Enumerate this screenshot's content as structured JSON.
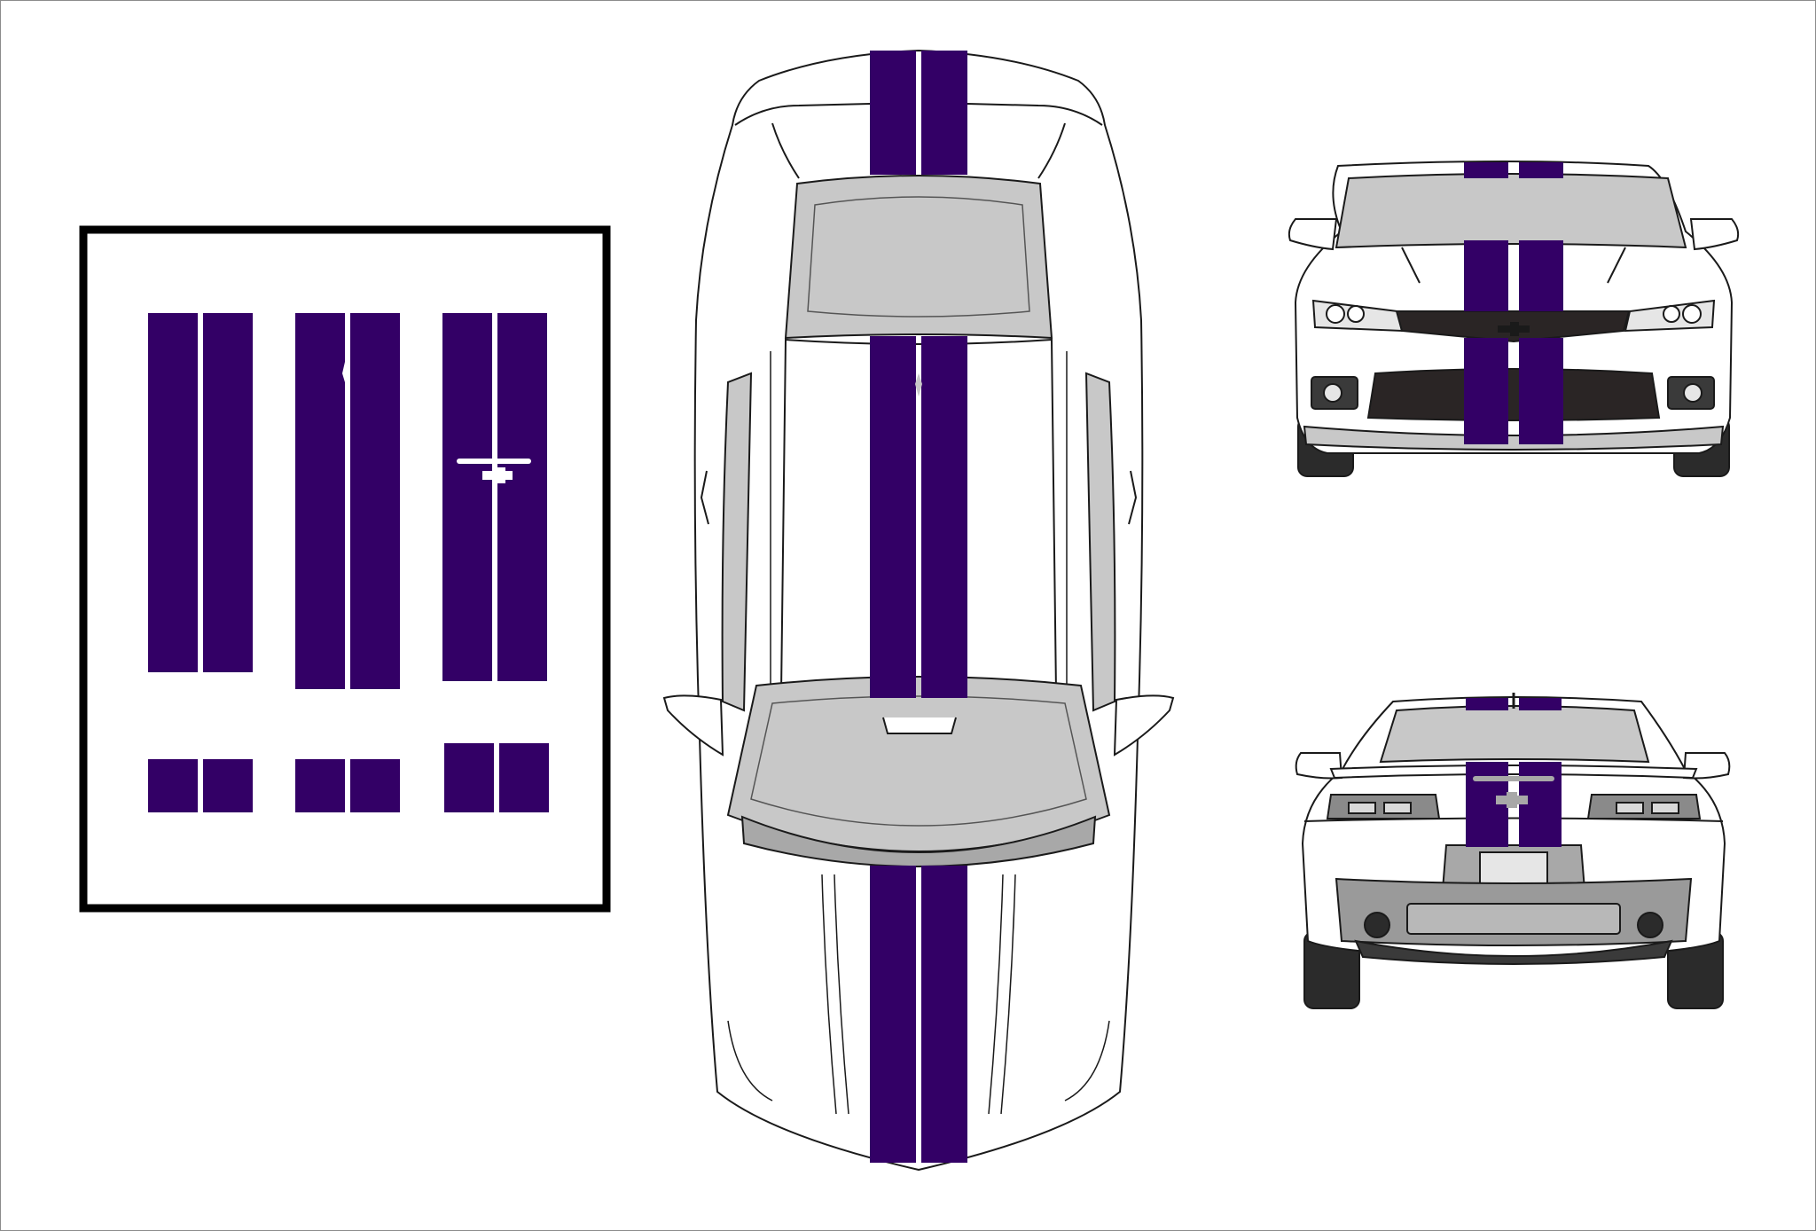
{
  "colors": {
    "stripe": "#330066",
    "body": "#ffffff",
    "outline": "#1a1a1a",
    "glass": "#c8c8c8",
    "glass_dark": "#a8a8a8",
    "grille": "#2a2525",
    "tire": "#2b2b2b",
    "kit_border": "#000000",
    "frame_border": "#8c8c8c"
  },
  "views": [
    {
      "name": "stripe-kit-layout",
      "icon": "decal-sheet-icon"
    },
    {
      "name": "top-view",
      "icon": "car-top-icon"
    },
    {
      "name": "front-view",
      "icon": "car-front-icon"
    },
    {
      "name": "rear-view",
      "icon": "car-rear-icon"
    }
  ]
}
